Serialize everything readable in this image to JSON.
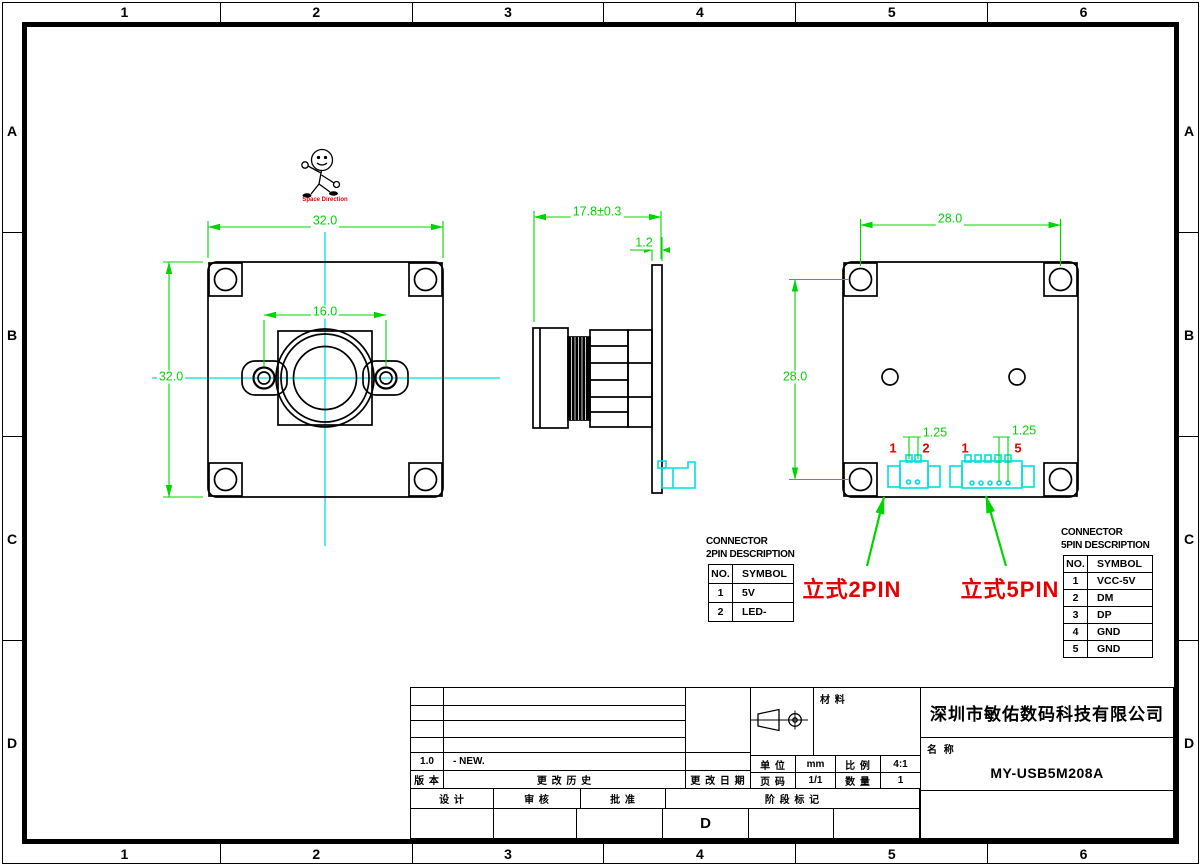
{
  "sheet": {
    "grid_columns": [
      "1",
      "2",
      "3",
      "4",
      "5",
      "6"
    ],
    "grid_rows": [
      "A",
      "B",
      "C",
      "D"
    ]
  },
  "logo": {
    "caption": "Space Direction"
  },
  "dimensions": {
    "front_width": "32.0",
    "front_height": "32.0",
    "lens_hole_spacing": "16.0",
    "module_depth": "17.8±0.3",
    "pcb_thickness": "1.2",
    "back_hole_spacing_h": "28.0",
    "back_hole_spacing_v": "28.0",
    "pitch_2pin": "1.25",
    "pitch_5pin": "1.25"
  },
  "pin_numbers": {
    "two_pin_first": "1",
    "two_pin_last": "2",
    "five_pin_first": "1",
    "five_pin_last": "5"
  },
  "callouts": {
    "two_pin": "立式2PIN",
    "five_pin": "立式5PIN"
  },
  "connector_tables": {
    "two_pin": {
      "title1": "CONNECTOR",
      "title2": "2PIN DESCRIPTION",
      "headers": [
        "NO.",
        "SYMBOL"
      ],
      "rows": [
        [
          "1",
          "5V"
        ],
        [
          "2",
          "LED-"
        ]
      ]
    },
    "five_pin": {
      "title1": "CONNECTOR",
      "title2": "5PIN DESCRIPTION",
      "headers": [
        "NO.",
        "SYMBOL"
      ],
      "rows": [
        [
          "1",
          "VCC-5V"
        ],
        [
          "2",
          "DM"
        ],
        [
          "3",
          "DP"
        ],
        [
          "4",
          "GND"
        ],
        [
          "5",
          "GND"
        ]
      ]
    }
  },
  "title_block": {
    "company": "深圳市敏佑数码科技有限公司",
    "name_label": "名 称",
    "part_number": "MY-USB5M208A",
    "material_label": "材 料",
    "unit_label": "单 位",
    "unit_value": "mm",
    "scale_label": "比 例",
    "scale_value": "4:1",
    "page_label": "页 码",
    "page_value": "1/1",
    "qty_label": "数 量",
    "qty_value": "1",
    "version_label": "版 本",
    "history_label": "更 改 历 史",
    "date_label": "更 改 日 期",
    "revision": {
      "version": "1.0",
      "description": "- NEW."
    },
    "design_label": "设 计",
    "review_label": "审 核",
    "approve_label": "批 准",
    "stage_label": "阶 段 标 记",
    "stage_value": "D"
  },
  "colors": {
    "dimension_green": "#00D500",
    "centerline_cyan": "#00DFDF",
    "callout_red": "#E60000",
    "line_black": "#000000"
  }
}
